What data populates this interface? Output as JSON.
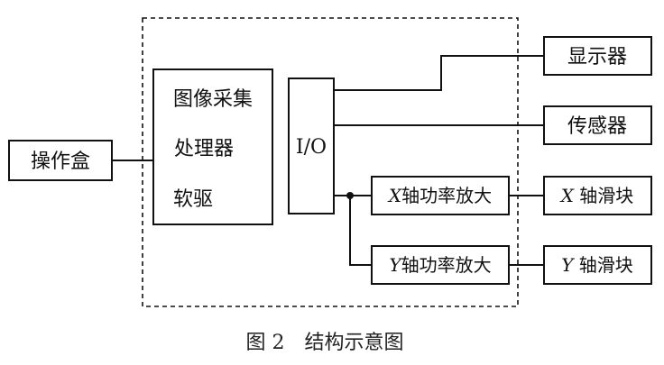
{
  "diagram": {
    "nodes": {
      "display": "显示器",
      "sensor": "传感器",
      "control_box": "操作盒",
      "processor_line1": "图像采集",
      "processor_line2": "处理器",
      "processor_line3": "软驱",
      "io": "I/O",
      "x_amp_letter": "X",
      "x_amp_text": "轴功率放大",
      "y_amp_letter": "Y",
      "y_amp_text": "轴功率放大",
      "x_slider_letter": "X",
      "x_slider_text": " 轴滑块",
      "y_slider_letter": "Y",
      "y_slider_text": " 轴滑块"
    },
    "caption": "图 2　结构示意图"
  },
  "colors": {
    "stroke": "#111111",
    "background": "#ffffff"
  }
}
